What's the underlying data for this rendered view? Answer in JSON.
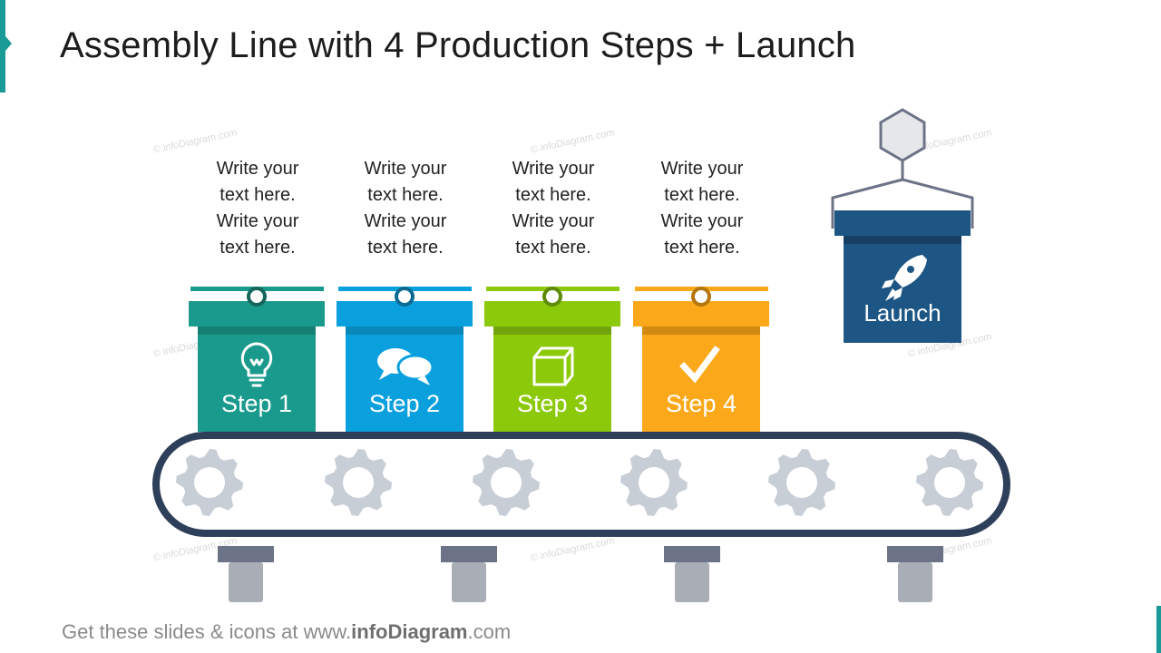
{
  "title": "Assembly Line with 4 Production Steps + Launch",
  "steps": [
    {
      "text1": "Write your",
      "text2": "text here.",
      "text3": "Write your",
      "text4": "text here.",
      "label": "Step 1",
      "icon": "lightbulb-icon",
      "color": "#1a9a8c"
    },
    {
      "text1": "Write your",
      "text2": "text here.",
      "text3": "Write your",
      "text4": "text here.",
      "label": "Step 2",
      "icon": "speech-bubbles-icon",
      "color": "#0aa0de"
    },
    {
      "text1": "Write your",
      "text2": "text here.",
      "text3": "Write your",
      "text4": "text here.",
      "label": "Step 3",
      "icon": "box-icon",
      "color": "#8cc90a"
    },
    {
      "text1": "Write your",
      "text2": "text here.",
      "text3": "Write your",
      "text4": "text here.",
      "label": "Step 4",
      "icon": "checkmark-icon",
      "color": "#fba81a"
    }
  ],
  "launch": {
    "label": "Launch",
    "icon": "rocket-icon",
    "color": "#1d5684"
  },
  "watermark": "© infoDiagram.com",
  "footer": {
    "prefix": "Get these slides & icons at www.",
    "brand": "infoDiagram",
    "suffix": ".com"
  }
}
